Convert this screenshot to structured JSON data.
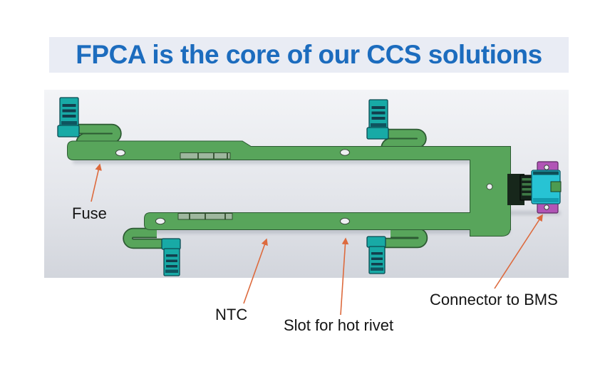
{
  "slide": {
    "title": "FPCA is the core of our CCS solutions"
  },
  "labels": {
    "fuse": "Fuse",
    "ntc": "NTC",
    "slot": "Slot for hot rivet",
    "bms": "Connector to BMS"
  },
  "colors": {
    "title_text": "#1c6cbe",
    "title_bg": "#e9ecf4",
    "board_green": "#58a55b",
    "board_edge": "#2d5a33",
    "connector_teal": "#18aaa6",
    "connector_cyan": "#27c3d4",
    "tab_purple": "#b155b6",
    "leader_orange": "#dd6a3d",
    "render_bg_top": "#f3f4f7",
    "render_bg_bottom": "#d2d5dc"
  }
}
